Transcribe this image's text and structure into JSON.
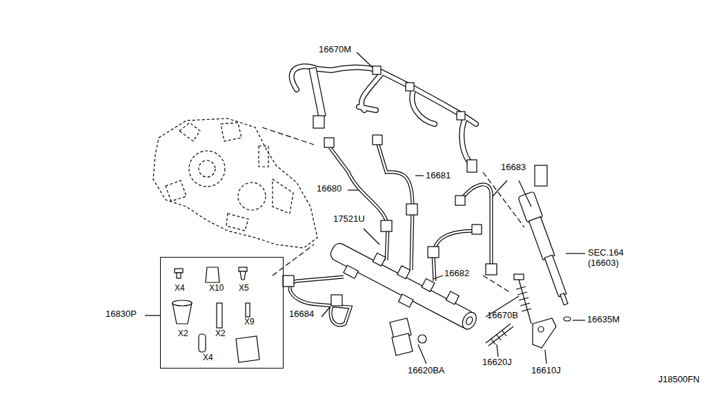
{
  "diagram": {
    "nodes": [
      {
        "text": [
          "X4",
          "X10",
          "X5",
          "X2",
          "X2",
          "X9",
          "X4"
        ]
      }
    ],
    "labels": [
      "16670M",
      "16681",
      "16683",
      "16680",
      "17521U",
      "SEC.164 (16603)",
      "16682",
      "16684",
      "16670B",
      "16635M",
      "16830P",
      "16620BA",
      "16620J",
      "16610J",
      "J18500FN"
    ]
  }
}
